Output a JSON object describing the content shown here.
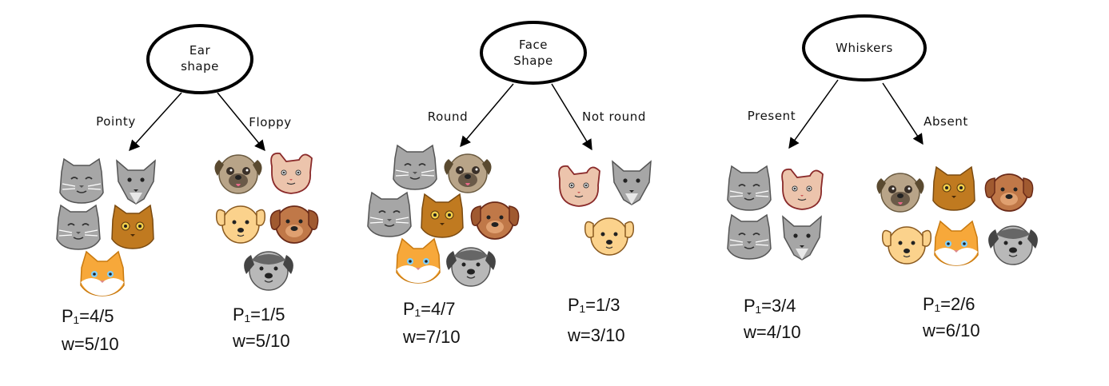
{
  "trees": [
    {
      "feature": [
        "Ear",
        "shape"
      ],
      "branches": [
        {
          "label": "Pointy",
          "p1": "P₁=4/5",
          "w": "w=5/10",
          "animals": [
            "gray-cat-icon",
            "gray-wolf-cat-icon",
            "gray-cat-icon",
            "brown-cat-icon",
            "orange-cat-icon"
          ]
        },
        {
          "label": "Floppy",
          "p1": "P₁=1/5",
          "w": "w=5/10",
          "animals": [
            "pug-dog-icon",
            "pink-cat-icon",
            "tan-dog-icon",
            "brown-dog-icon",
            "gray-dog-icon"
          ]
        }
      ]
    },
    {
      "feature": [
        "Face",
        "Shape"
      ],
      "branches": [
        {
          "label": "Round",
          "p1": "P₁=4/7",
          "w": "w=7/10",
          "animals": [
            "gray-cat-icon",
            "pug-dog-icon",
            "gray-cat-icon",
            "brown-cat-icon",
            "brown-dog-icon",
            "orange-cat-icon",
            "gray-dog-icon"
          ]
        },
        {
          "label": "Not round",
          "p1": "P₁=1/3",
          "w": "w=3/10",
          "animals": [
            "pink-cat-icon",
            "gray-wolf-cat-icon",
            "tan-dog-icon"
          ]
        }
      ]
    },
    {
      "feature": [
        "Whiskers"
      ],
      "branches": [
        {
          "label": "Present",
          "p1": "P₁=3/4",
          "w": "w=4/10",
          "animals": [
            "gray-cat-icon",
            "pink-cat-icon",
            "gray-cat-icon",
            "gray-wolf-cat-icon"
          ]
        },
        {
          "label": "Absent",
          "p1": "P₁=2/6",
          "w": "w=6/10",
          "animals": [
            "pug-dog-icon",
            "brown-cat-icon",
            "brown-dog-icon",
            "tan-dog-icon",
            "orange-cat-icon",
            "gray-dog-icon"
          ]
        }
      ]
    }
  ],
  "colors": {
    "gray_cat": "#a6a6a6",
    "brown_cat": "#c07a20",
    "orange_cat": "#f7a83a",
    "pug_dog": "#b8a488",
    "pink_cat": "#ecc4ac",
    "tan_dog": "#fbd28c",
    "brown_dog": "#c07848",
    "gray_dog": "#b8b8b8"
  }
}
